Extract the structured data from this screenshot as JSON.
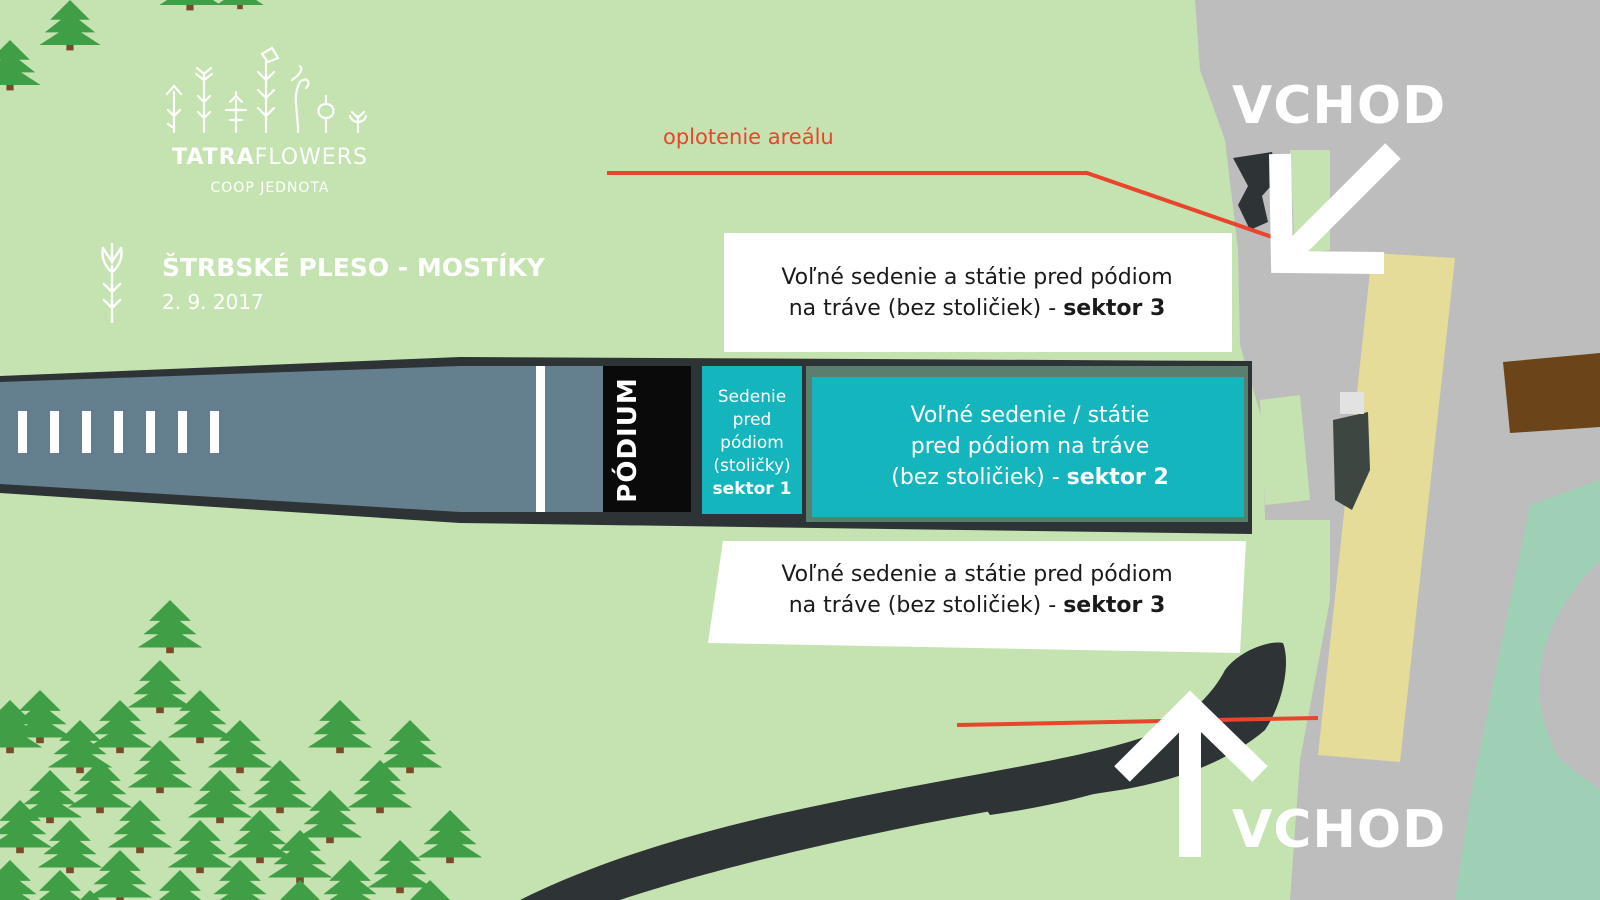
{
  "logo": {
    "name_bold": "TATRA",
    "name_regular": "FLOWERS",
    "sub": "COOP JEDNOTA"
  },
  "event": {
    "venue": "ŠTRBSKÉ PLESO - MOSTÍKY",
    "date": "2. 9. 2017"
  },
  "fence": {
    "label": "oplotenie areálu"
  },
  "entrances": {
    "top": "VCHOD",
    "bottom": "VCHOD"
  },
  "stage": {
    "label": "PÓDIUM"
  },
  "sectors": {
    "sector3_top": {
      "line1": "Voľné sedenie a státie pred pódiom",
      "line2": "na tráve (bez stoličiek) -",
      "name": "sektor 3"
    },
    "sector3_bottom": {
      "line1": "Voľné sedenie a státie pred pódiom",
      "line2": "na tráve (bez stoličiek) -",
      "name": "sektor 3"
    },
    "sector2": {
      "line1": "Voľné sedenie / státie",
      "line2": "pred pódiom na tráve",
      "line3": "(bez stoličiek) -",
      "name": "sektor 2"
    },
    "sector1": {
      "line1": "Sedenie",
      "line2": "pred",
      "line3": "pódiom",
      "line4": "(stoličky)",
      "name": "sektor 1"
    }
  },
  "colors": {
    "grass": "#c5e3b1",
    "road": "#bdbdbd",
    "runway": "#64808e",
    "dark": "#2e3336",
    "teal": "#14b5bd",
    "tree": "#3f9e46",
    "fence": "#e8452c",
    "sand": "#e6dc9a",
    "brown": "#6b4419",
    "mint": "#9ed0b6"
  }
}
